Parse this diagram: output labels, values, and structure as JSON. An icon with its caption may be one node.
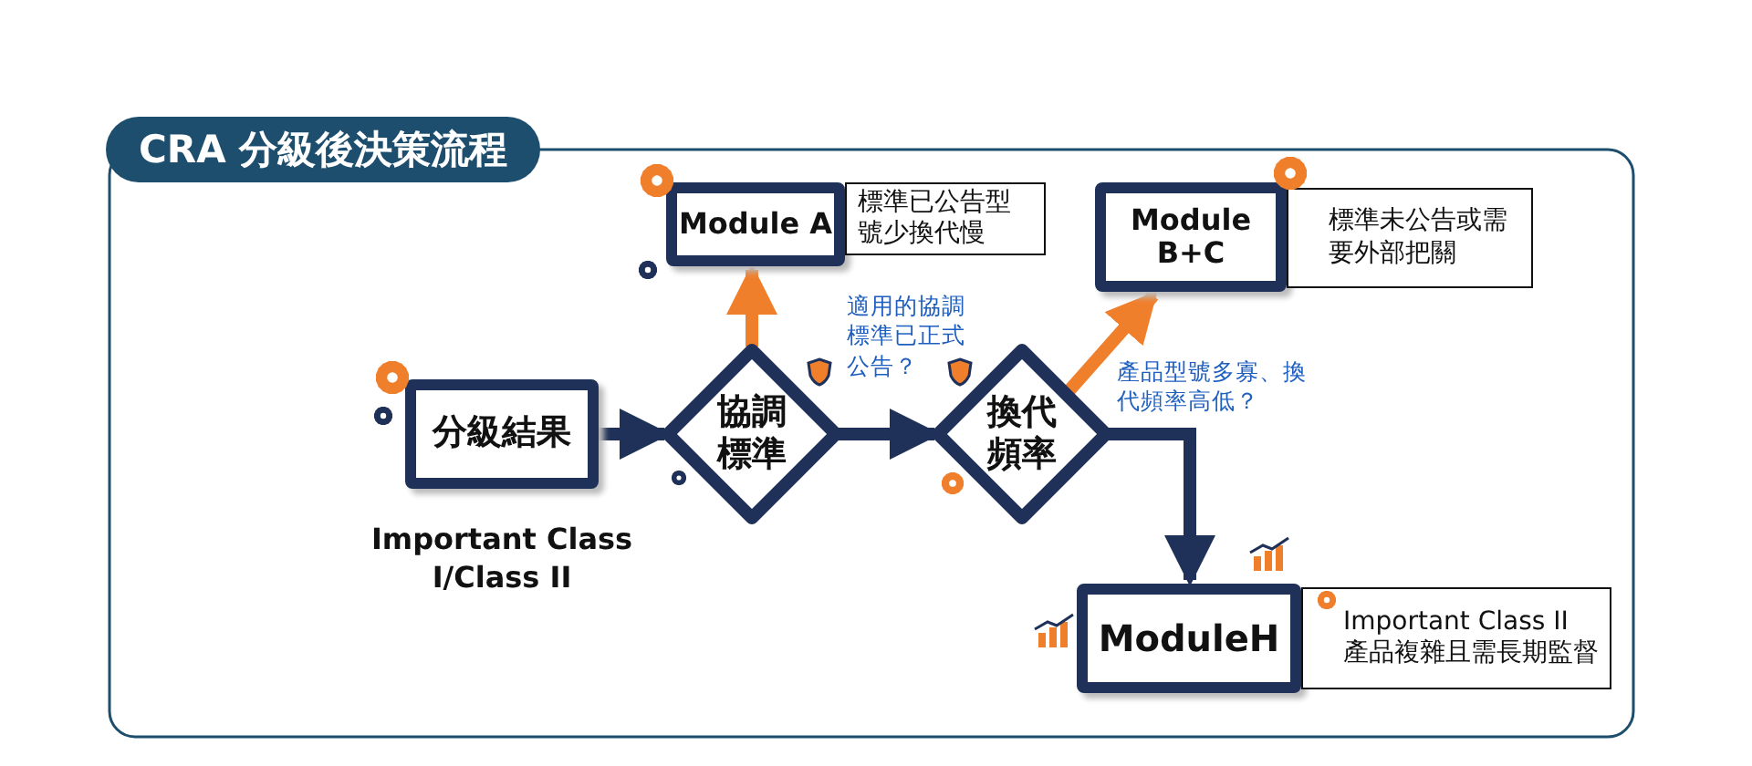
{
  "diagram": {
    "title": "CRA 分級後決策流程",
    "nodes": [
      {
        "text": [
          "分級結果"
        ],
        "beside": [
          "Important Class I/Class II"
        ]
      },
      {
        "text": [
          "協調標準"
        ]
      },
      {
        "text": [
          "換代頻率"
        ]
      },
      {
        "text": [
          "Module A"
        ]
      },
      {
        "text": [
          "標準已公告型號少換代慢"
        ]
      },
      {
        "text": [
          "Module B+C"
        ]
      },
      {
        "text": [
          "標準未公告或需要外部把關"
        ]
      },
      {
        "text": [
          "ModuleH"
        ]
      },
      {
        "text": [
          "Important Class II",
          "產品複雜且需長期監督"
        ]
      }
    ],
    "edges": [
      {
        "from": 0,
        "to": 1,
        "arrow": "to"
      },
      {
        "from": 1,
        "to": 2,
        "arrow": "to"
      },
      {
        "from": 1,
        "to": 3,
        "arrow": "to",
        "color": "#f07f2c"
      },
      {
        "from": 2,
        "to": 5,
        "arrow": "to",
        "color": "#f07f2c"
      },
      {
        "from": 2,
        "to": 7,
        "arrow": "to"
      }
    ],
    "labels": [
      "適用的協調標準已正式公告？",
      "產品型號多寡、換代頻率高低？"
    ]
  }
}
